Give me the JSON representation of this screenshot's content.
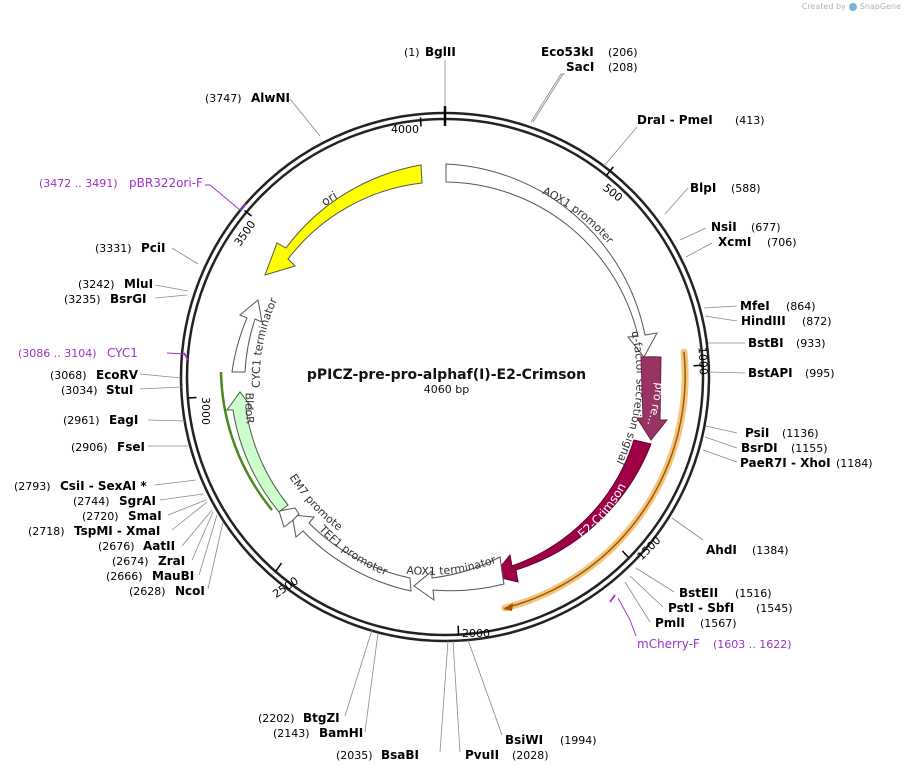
{
  "app": {
    "credit_prefix": "Created by",
    "credit_brand": "SnapGene"
  },
  "plasmid": {
    "name": "pPICZ-pre-pro-alphaf(I)-E2-Crimson",
    "size_label": "4060 bp",
    "length": 4060
  },
  "ticks": [
    "500",
    "1000",
    "1500",
    "2000",
    "2500",
    "3000",
    "3500",
    "4000"
  ],
  "features": [
    {
      "name": "AOX1 promoter",
      "start": 0,
      "end": 940,
      "color": "#ffffff",
      "label_color": "#333333"
    },
    {
      "name": "α-factor secretion signal",
      "start": 940,
      "end": 1190,
      "color": "#ffffff",
      "label_color": "#333333"
    },
    {
      "name": "pro re...",
      "start": 950,
      "end": 1150,
      "color": "#993366",
      "label_color": "#ffffff"
    },
    {
      "name": "E2-Crimson",
      "start": 1180,
      "end": 1850,
      "color": "#a00046",
      "label_color": "#ffffff"
    },
    {
      "name": "AOX1 terminator",
      "start": 1860,
      "end": 2110,
      "color": "#ffffff",
      "label_color": "#333333"
    },
    {
      "name": "TEF1 promoter",
      "start": 2120,
      "end": 2520,
      "color": "#ffffff",
      "label_color": "#333333"
    },
    {
      "name": "EM7 promoter",
      "start": 2530,
      "end": 2610,
      "color": "#ffffff",
      "label_color": "#333333"
    },
    {
      "name": "BleoR",
      "start": 2620,
      "end": 2990,
      "color": "#ccffcc",
      "label_color": "#333333"
    },
    {
      "name": "CYC1 terminator",
      "start": 3010,
      "end": 3250,
      "color": "#ffffff",
      "label_color": "#333333"
    },
    {
      "name": "ori",
      "start": 3360,
      "end": 3950,
      "color": "#ffff00",
      "label_color": "#333333"
    }
  ],
  "enzymes": [
    {
      "name": "BglII",
      "pos": "(1)"
    },
    {
      "name": "Eco53kI",
      "pos": "(206)"
    },
    {
      "name": "SacI",
      "pos": "(208)"
    },
    {
      "name": "DraI - PmeI",
      "pos": "(413)"
    },
    {
      "name": "BlpI",
      "pos": "(588)"
    },
    {
      "name": "NsiI",
      "pos": "(677)"
    },
    {
      "name": "XcmI",
      "pos": "(706)"
    },
    {
      "name": "MfeI",
      "pos": "(864)"
    },
    {
      "name": "HindIII",
      "pos": "(872)"
    },
    {
      "name": "BstBI",
      "pos": "(933)"
    },
    {
      "name": "BstAPI",
      "pos": "(995)"
    },
    {
      "name": "PsiI",
      "pos": "(1136)"
    },
    {
      "name": "BsrDI",
      "pos": "(1155)"
    },
    {
      "name": "PaeR7I - XhoI",
      "pos": "(1184)"
    },
    {
      "name": "AhdI",
      "pos": "(1384)"
    },
    {
      "name": "BstEII",
      "pos": "(1516)"
    },
    {
      "name": "PstI - SbfI",
      "pos": "(1545)"
    },
    {
      "name": "PmlI",
      "pos": "(1567)"
    },
    {
      "name": "BsiWI",
      "pos": "(1994)"
    },
    {
      "name": "PvuII",
      "pos": "(2028)"
    },
    {
      "name": "BsaBI",
      "pos": "(2035)"
    },
    {
      "name": "BamHI",
      "pos": "(2143)"
    },
    {
      "name": "BtgZI",
      "pos": "(2202)"
    },
    {
      "name": "NcoI",
      "pos": "(2628)"
    },
    {
      "name": "MauBI",
      "pos": "(2666)"
    },
    {
      "name": "ZraI",
      "pos": "(2674)"
    },
    {
      "name": "AatII",
      "pos": "(2676)"
    },
    {
      "name": "TspMI - XmaI",
      "pos": "(2718)"
    },
    {
      "name": "SmaI",
      "pos": "(2720)"
    },
    {
      "name": "SgrAI",
      "pos": "(2744)"
    },
    {
      "name": "CsiI - SexAI *",
      "pos": "(2793)"
    },
    {
      "name": "FseI",
      "pos": "(2906)"
    },
    {
      "name": "EagI",
      "pos": "(2961)"
    },
    {
      "name": "StuI",
      "pos": "(3034)"
    },
    {
      "name": "EcoRV",
      "pos": "(3068)"
    },
    {
      "name": "BsrGI",
      "pos": "(3235)"
    },
    {
      "name": "MluI",
      "pos": "(3242)"
    },
    {
      "name": "PciI",
      "pos": "(3331)"
    },
    {
      "name": "AlwNI",
      "pos": "(3747)"
    }
  ],
  "primers": [
    {
      "name": "mCherry-F",
      "pos": "(1603 .. 1622)",
      "color": "#9933cc"
    },
    {
      "name": "CYC1",
      "pos": "(3086 .. 3104)",
      "color": "#9933cc"
    },
    {
      "name": "pBR322ori-F",
      "pos": "(3472 .. 3491)",
      "color": "#9933cc"
    }
  ]
}
